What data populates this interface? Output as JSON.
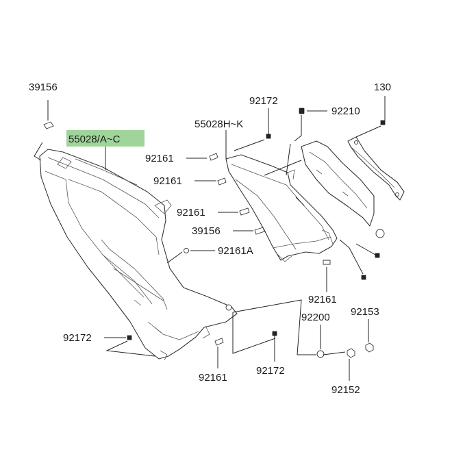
{
  "diagram": {
    "highlight_color": "#9fd49a",
    "labels": {
      "p39156_top": "39156",
      "p55028_ac": "55028/A~C",
      "p92172_top": "92172",
      "p55028_hk": "55028H~K",
      "p92210": "92210",
      "p130": "130",
      "p92161_a": "92161",
      "p92161_b": "92161",
      "p92161_c": "92161",
      "p39156_mid": "39156",
      "p92161A": "92161A",
      "p92161_d": "92161",
      "p92200": "92200",
      "p92153": "92153",
      "p92172_left": "92172",
      "p92161_e": "92161",
      "p92172_bottom": "92172",
      "p92152": "92152"
    }
  }
}
